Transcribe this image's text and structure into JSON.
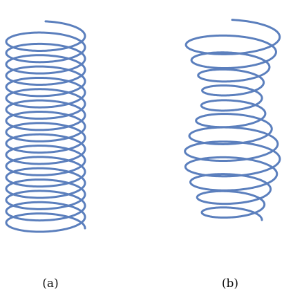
{
  "panels": [
    {
      "label": "(a)",
      "shape": "uniform-cylindrical-helix"
    },
    {
      "label": "(b)",
      "shape": "waisted-helix"
    }
  ],
  "colors": {
    "helix": "#5b7fbd",
    "background": "#ffffff"
  }
}
